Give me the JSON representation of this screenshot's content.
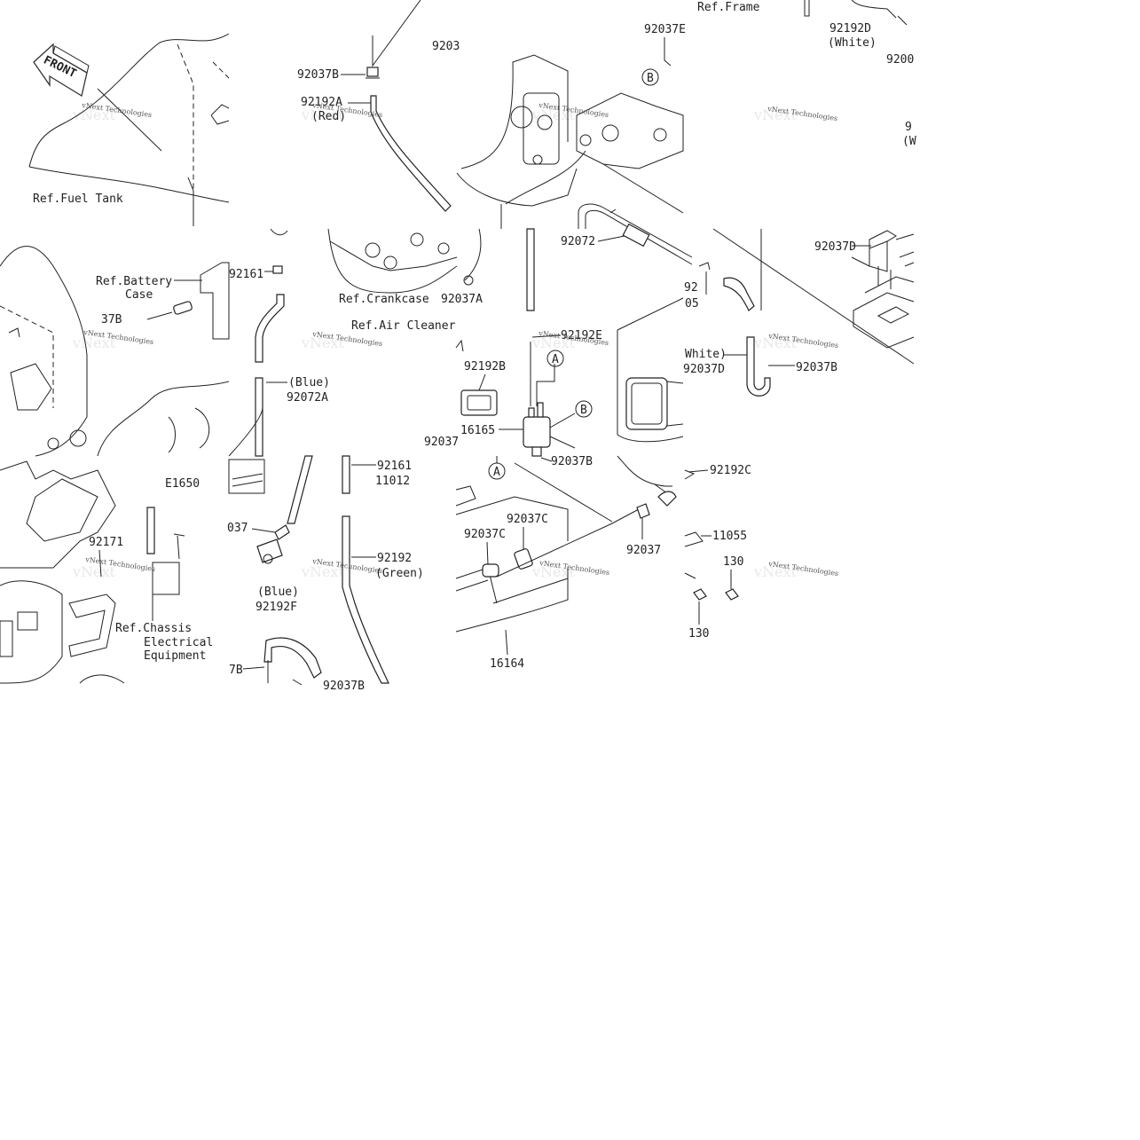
{
  "diagram_code": "E1650",
  "front_label": "FRONT",
  "watermark_text": "vNext Technologies",
  "references": {
    "fuel_tank": "Ref.Fuel Tank",
    "battery_case_line1": "Ref.Battery",
    "battery_case_line2": "Case",
    "crankcase": "Ref.Crankcase",
    "air_cleaner": "Ref.Air Cleaner",
    "frame": "Ref.Frame",
    "chassis_line1": "Ref.Chassis",
    "chassis_line2": "Electrical",
    "chassis_line3": "Equipment"
  },
  "callouts": {
    "a": "A",
    "b": "B"
  },
  "parts": [
    {
      "key": "p92037B_1",
      "text": "92037B"
    },
    {
      "key": "p9203_top",
      "text": "9203"
    },
    {
      "key": "p92192A",
      "text": "92192A"
    },
    {
      "key": "p92192A_color",
      "text": "(Red)"
    },
    {
      "key": "p92037E",
      "text": "92037E"
    },
    {
      "key": "p92192D",
      "text": "92192D"
    },
    {
      "key": "p92192D_color",
      "text": "(White)"
    },
    {
      "key": "p9200",
      "text": "9200"
    },
    {
      "key": "p9_right",
      "text": "9"
    },
    {
      "key": "p9_right_color",
      "text": "(W"
    },
    {
      "key": "p92072",
      "text": "92072"
    },
    {
      "key": "p92161_top",
      "text": "92161"
    },
    {
      "key": "p37B",
      "text": "37B"
    },
    {
      "key": "p92037A",
      "text": "92037A"
    },
    {
      "key": "p92_crank",
      "text": "92"
    },
    {
      "key": "p05",
      "text": "05"
    },
    {
      "key": "p92037D_1",
      "text": "92037D"
    },
    {
      "key": "p92037B_mid",
      "text": "92037B"
    },
    {
      "key": "p92192E",
      "text": "92192E"
    },
    {
      "key": "p92192E_color",
      "text": "(Blue)"
    },
    {
      "key": "p92072A",
      "text": "92072A"
    },
    {
      "key": "p92192B",
      "text": "92192B"
    },
    {
      "key": "p92192B_color",
      "text": "White)"
    },
    {
      "key": "p92037D_2",
      "text": "92037D"
    },
    {
      "key": "p16165",
      "text": "16165"
    },
    {
      "key": "p92037_left",
      "text": "92037"
    },
    {
      "key": "p92037B_low",
      "text": "92037B"
    },
    {
      "key": "p92192C",
      "text": "92192C"
    },
    {
      "key": "p92192C_color",
      "text": "(Green)"
    },
    {
      "key": "p92161_low",
      "text": "92161"
    },
    {
      "key": "p11012",
      "text": "11012"
    },
    {
      "key": "p92037C",
      "text": "92037C"
    },
    {
      "key": "p92171",
      "text": "92171"
    },
    {
      "key": "p037",
      "text": "037"
    },
    {
      "key": "p92037_right",
      "text": "92037"
    },
    {
      "key": "p11055",
      "text": "11055"
    },
    {
      "key": "p92192",
      "text": "92192"
    },
    {
      "key": "p92192_color",
      "text": "(Green)"
    },
    {
      "key": "p130_a",
      "text": "130"
    },
    {
      "key": "p130_b",
      "text": "130"
    },
    {
      "key": "p92192F_color",
      "text": "(Blue)"
    },
    {
      "key": "p92192F",
      "text": "92192F"
    },
    {
      "key": "p16164",
      "text": "16164"
    },
    {
      "key": "p7B",
      "text": "7B"
    },
    {
      "key": "p92037B_bottom",
      "text": "92037B"
    }
  ]
}
